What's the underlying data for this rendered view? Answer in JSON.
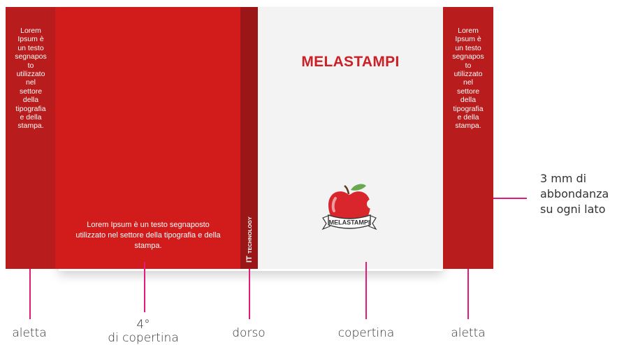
{
  "colors": {
    "flap": "#b81c1c",
    "back_cover": "#d21b1b",
    "spine": "#9b1717",
    "front_cover": "#f3f3f3",
    "brand_red": "#cc2027",
    "pointer": "#e5187b"
  },
  "left_flap": {
    "lines": [
      "Lorem",
      "Ipsum è",
      "un testo",
      "segnapos",
      "to",
      "utilizzato",
      "nel",
      "settore",
      "della",
      "tipografia",
      "e della",
      "stampa."
    ]
  },
  "back_cover": {
    "text": "Lorem Ipsum è un testo segnaposto utilizzato nel settore della tipografia e della stampa."
  },
  "spine": {
    "logo_mark": "IT",
    "logo_word": "TECHNOLOGY"
  },
  "front_cover": {
    "title": "MELASTAMPI",
    "logo_icon": "apple-logo-icon",
    "logo_banner_text": "MELASTAMPI"
  },
  "right_flap": {
    "lines": [
      "Lorem",
      "Ipsum è",
      "un testo",
      "segnapos",
      "to",
      "utilizzato",
      "nel",
      "settore",
      "della",
      "tipografia",
      "e della",
      "stampa."
    ]
  },
  "captions": {
    "left_flap": "aletta",
    "back_cover_line1": "4°",
    "back_cover_line2": "di copertina",
    "spine": "dorso",
    "front_cover": "copertina",
    "right_flap": "aletta",
    "bleed_line1": "3 mm di",
    "bleed_line2": "abbondanza",
    "bleed_line3": "su ogni lato"
  }
}
